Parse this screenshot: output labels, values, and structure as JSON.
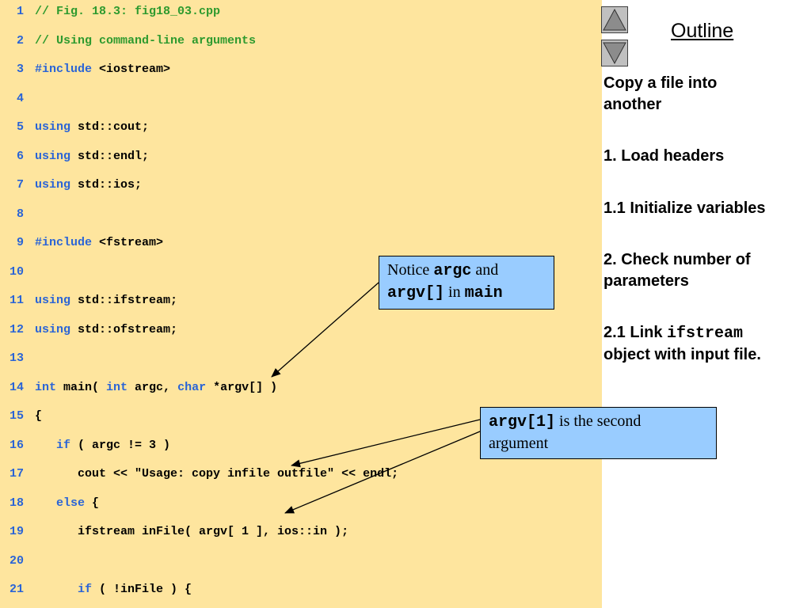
{
  "code": {
    "lines": [
      {
        "num": "1",
        "parts": [
          {
            "t": "// Fig. 18.3: fig18_03.cpp",
            "c": "cm"
          }
        ]
      },
      {
        "num": "2",
        "parts": [
          {
            "t": "// Using command-line arguments",
            "c": "cm"
          }
        ]
      },
      {
        "num": "3",
        "parts": [
          {
            "t": "#include",
            "c": "kw"
          },
          {
            "t": " <iostream>",
            "c": ""
          }
        ]
      },
      {
        "num": "4",
        "parts": []
      },
      {
        "num": "5",
        "parts": [
          {
            "t": "using",
            "c": "kw"
          },
          {
            "t": " std::cout;",
            "c": ""
          }
        ]
      },
      {
        "num": "6",
        "parts": [
          {
            "t": "using",
            "c": "kw"
          },
          {
            "t": " std::endl;",
            "c": ""
          }
        ]
      },
      {
        "num": "7",
        "parts": [
          {
            "t": "using",
            "c": "kw"
          },
          {
            "t": " std::ios;",
            "c": ""
          }
        ]
      },
      {
        "num": "8",
        "parts": []
      },
      {
        "num": "9",
        "parts": [
          {
            "t": "#include",
            "c": "kw"
          },
          {
            "t": " <fstream>",
            "c": ""
          }
        ]
      },
      {
        "num": "10",
        "parts": []
      },
      {
        "num": "11",
        "parts": [
          {
            "t": "using",
            "c": "kw"
          },
          {
            "t": " std::ifstream;",
            "c": ""
          }
        ]
      },
      {
        "num": "12",
        "parts": [
          {
            "t": "using",
            "c": "kw"
          },
          {
            "t": " std::ofstream;",
            "c": ""
          }
        ]
      },
      {
        "num": "13",
        "parts": []
      },
      {
        "num": "14",
        "parts": [
          {
            "t": "int",
            "c": "kw"
          },
          {
            "t": " main( ",
            "c": ""
          },
          {
            "t": "int",
            "c": "kw"
          },
          {
            "t": " argc, ",
            "c": ""
          },
          {
            "t": "char",
            "c": "kw"
          },
          {
            "t": " *argv[] )",
            "c": ""
          }
        ]
      },
      {
        "num": "15",
        "parts": [
          {
            "t": "{",
            "c": ""
          }
        ]
      },
      {
        "num": "16",
        "parts": [
          {
            "t": "   ",
            "c": ""
          },
          {
            "t": "if",
            "c": "kw"
          },
          {
            "t": " ( argc != 3 )",
            "c": ""
          }
        ]
      },
      {
        "num": "17",
        "parts": [
          {
            "t": "      cout << \"Usage: copy infile outfile\" << endl;",
            "c": ""
          }
        ]
      },
      {
        "num": "18",
        "parts": [
          {
            "t": "   ",
            "c": ""
          },
          {
            "t": "else",
            "c": "kw"
          },
          {
            "t": " {",
            "c": ""
          }
        ]
      },
      {
        "num": "19",
        "parts": [
          {
            "t": "      ifstream inFile( argv[ 1 ], ios::in );",
            "c": ""
          }
        ]
      },
      {
        "num": "20",
        "parts": []
      },
      {
        "num": "21",
        "parts": [
          {
            "t": "      ",
            "c": ""
          },
          {
            "t": "if",
            "c": "kw"
          },
          {
            "t": " ( !inFile ) {",
            "c": ""
          }
        ]
      }
    ]
  },
  "nav": {
    "up_icon": "triangle-up-icon",
    "down_icon": "triangle-down-icon"
  },
  "outline": {
    "title": "Outline",
    "item1_line1": "Copy a file into",
    "item1_line2": "another",
    "item2": "1. Load headers",
    "item3": "1.1 Initialize variables",
    "item4_line1": "2. Check number of",
    "item4_line2": "parameters",
    "item5_prefix": "2.1 Link ",
    "item5_code": "ifstream",
    "item5_line2": "object with input file."
  },
  "callouts": {
    "argc": {
      "t1": "Notice ",
      "code1": "argc",
      "t2": " and",
      "code2": "argv[]",
      "t3": " in ",
      "code3": "main"
    },
    "argv1": {
      "code1": "argv[1]",
      "t1": " is the second",
      "line2": "argument"
    }
  },
  "colors": {
    "code_background": "#fee59e",
    "line_number": "#2a64d6",
    "keyword": "#2a64d6",
    "comment": "#2e9a2e",
    "callout_background": "#99ccff"
  }
}
